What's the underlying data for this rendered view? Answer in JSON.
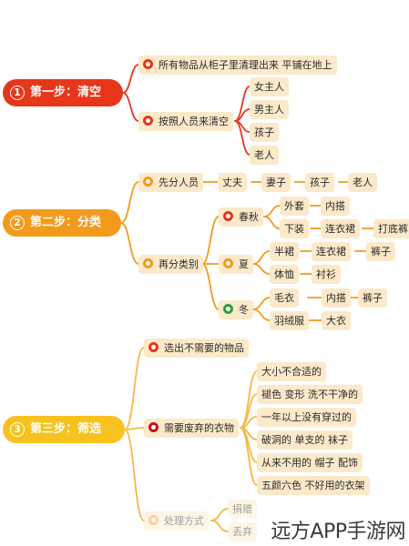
{
  "colors": {
    "step1": "#e8361b",
    "step2": "#f39a1d",
    "step3": "#f7c21e",
    "node_bg": "#fbe9c9",
    "line1": "#e8361b",
    "line2": "#f39a1d",
    "line3": "#f4b942"
  },
  "step1": {
    "num": "1",
    "label": "第一步：清空",
    "b1": "所有物品从柜子里清理出来 平铺在地上",
    "b2": "按照人员来清空",
    "people": [
      "女主人",
      "男主人",
      "孩子",
      "老人"
    ]
  },
  "step2": {
    "num": "2",
    "label": "第二步：分类",
    "b1": "先分人员",
    "people": [
      "丈夫",
      "妻子",
      "孩子",
      "老人"
    ],
    "b2": "再分类别",
    "spring": "春秋",
    "spring_outer": "外套",
    "spring_outer_items": [
      "内搭"
    ],
    "spring_lower": "下装",
    "spring_lower_items": [
      "连衣裙",
      "打底裤"
    ],
    "summer": "夏",
    "summer_row1": [
      "半裙",
      "连衣裙",
      "裤子"
    ],
    "summer_row2": [
      "体恤",
      "衬衫"
    ],
    "winter": "冬",
    "winter_row1": [
      "毛衣",
      "内搭",
      "裤子"
    ],
    "winter_row2": [
      "羽绒服",
      "大衣"
    ]
  },
  "step3": {
    "num": "3",
    "label": "第三步：筛选",
    "b1": "选出不需要的物品",
    "b2": "需要废弃的衣物",
    "discard_items": [
      "大小不合适的",
      "褪色 变形 洗不干净的",
      "一年以上没有穿过的",
      "破洞的  单支的 袜子",
      "从来不用的 帽子 配饰",
      "五颜六色 不好用的衣架"
    ],
    "b3": "处理方式",
    "methods": [
      "捐赠",
      "丢弃"
    ]
  },
  "watermark": "远方APP手游网",
  "icon_names": [
    "play-icon",
    "user-icon",
    "flower-icon",
    "sun-icon",
    "snowflake-icon",
    "check-icon",
    "alert-icon"
  ]
}
